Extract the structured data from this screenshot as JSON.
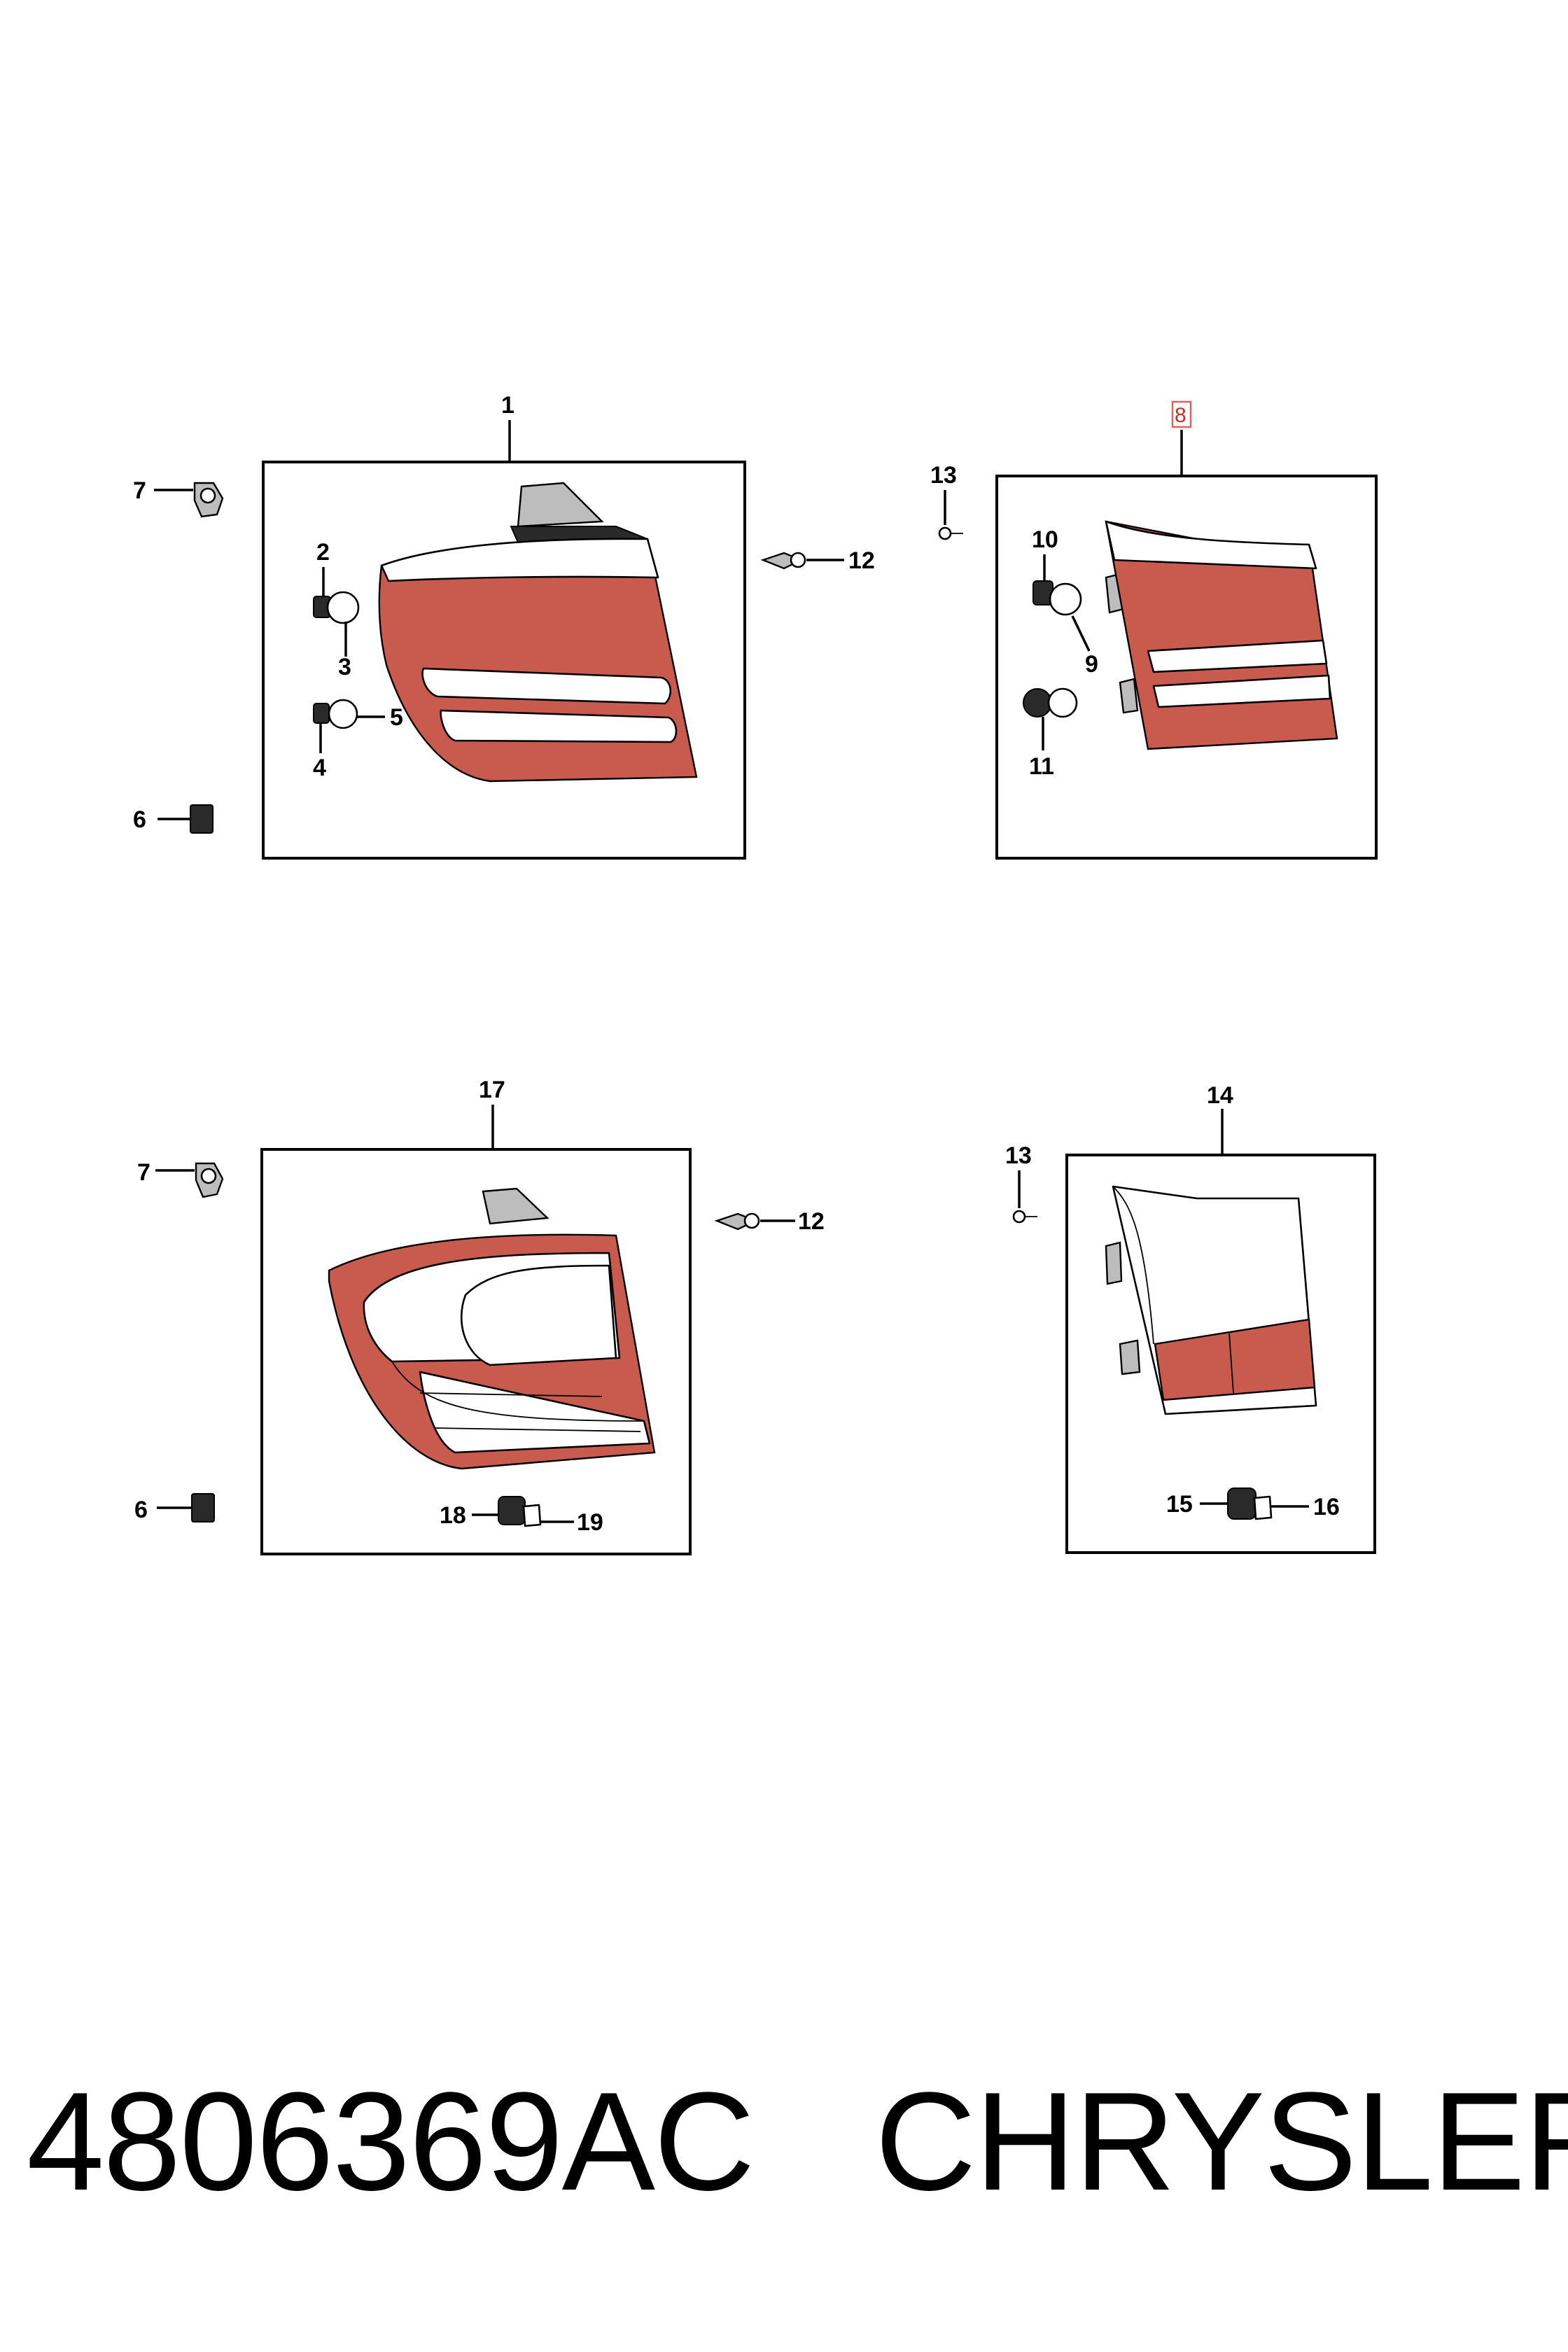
{
  "callouts": {
    "c1": "1",
    "c2": "2",
    "c3": "3",
    "c4": "4",
    "c5": "5",
    "c6": "6",
    "c7": "7",
    "c8": "8",
    "c9": "9",
    "c10": "10",
    "c11": "11",
    "c12": "12",
    "c13": "13",
    "c14": "14",
    "c15": "15",
    "c16": "16",
    "c17": "17",
    "c18": "18",
    "c19": "19",
    "c6b": "6",
    "c7b": "7",
    "c12b": "12",
    "c13b": "13"
  },
  "footer": {
    "part_number": "4806369AC",
    "brand": "CHRYSLER"
  },
  "colors": {
    "highlight_box": "#e06060",
    "lens_red": "#c85a4e"
  }
}
